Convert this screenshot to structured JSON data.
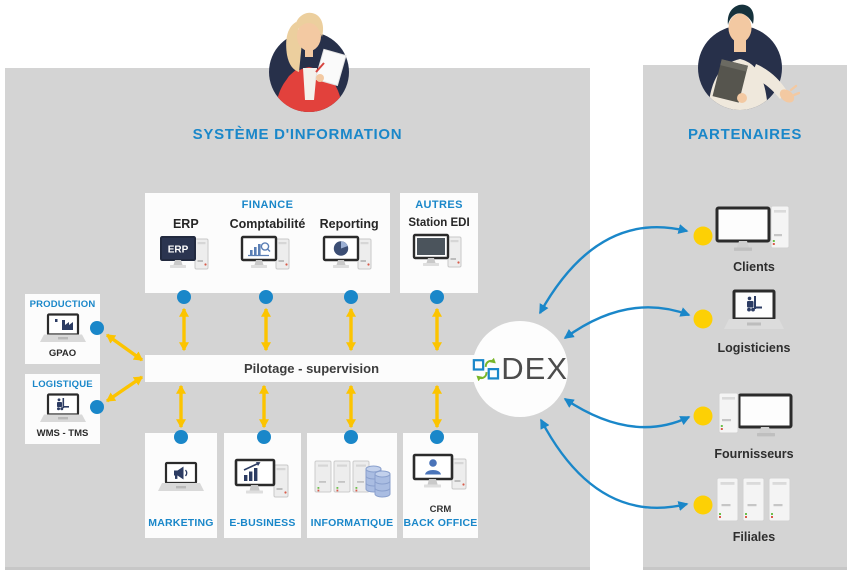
{
  "si": {
    "title": "SYSTÈME D'INFORMATION",
    "finance": {
      "title": "FINANCE",
      "apps": [
        {
          "name": "ERP",
          "screen": "ERP"
        },
        {
          "name": "Comptabilité"
        },
        {
          "name": "Reporting"
        }
      ]
    },
    "autres": {
      "title": "AUTRES",
      "app": {
        "name": "Station EDI"
      }
    },
    "production": {
      "title": "PRODUCTION",
      "app": "GPAO"
    },
    "logistique": {
      "title": "LOGISTIQUE",
      "app": "WMS - TMS"
    },
    "pilotage_label": "Pilotage - supervision",
    "departments": {
      "marketing": "MARKETING",
      "ebusiness": "E-BUSINESS",
      "informatique": "INFORMATIQUE",
      "backoffice": "BACK OFFICE",
      "backoffice_app": "CRM"
    }
  },
  "hub": {
    "label": "DEX"
  },
  "partners": {
    "title": "PARTENAIRES",
    "items": [
      {
        "name": "Clients"
      },
      {
        "name": "Logisticiens"
      },
      {
        "name": "Fournisseurs"
      },
      {
        "name": "Filiales"
      }
    ]
  },
  "colors": {
    "accent_blue": "#1a87c9",
    "arrow_yellow": "#fcc400",
    "dot_yellow": "#fdd005",
    "panel_gray": "#d4d4d4",
    "navy": "#27304a",
    "logo_green": "#7ab629",
    "hub_text": "#4c4c4c"
  }
}
